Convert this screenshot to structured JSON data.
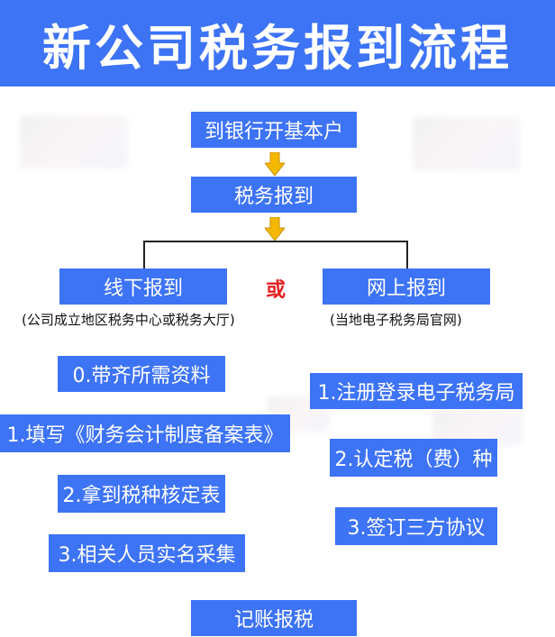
{
  "title": "新公司税务报到流程",
  "steps": {
    "bank": "到银行开基本户",
    "tax_report": "税务报到",
    "bookkeeping": "记账报税"
  },
  "branches": {
    "offline": {
      "label": "线下报到",
      "note": "(公司成立地区税务中心或税务大厅)",
      "items": [
        "0.带齐所需资料",
        "1.填写《财务会计制度备案表》",
        "2.拿到税种核定表",
        "3.相关人员实名采集"
      ]
    },
    "or_text": "或",
    "online": {
      "label": "网上报到",
      "note": "(当地电子税务局官网)",
      "items": [
        "1.注册登录电子税务局",
        "2.认定税（费）种",
        "3.签订三方协议"
      ]
    }
  },
  "colors": {
    "box": "#3d73f5",
    "arrow": "#f5b800",
    "or": "#e62020"
  }
}
